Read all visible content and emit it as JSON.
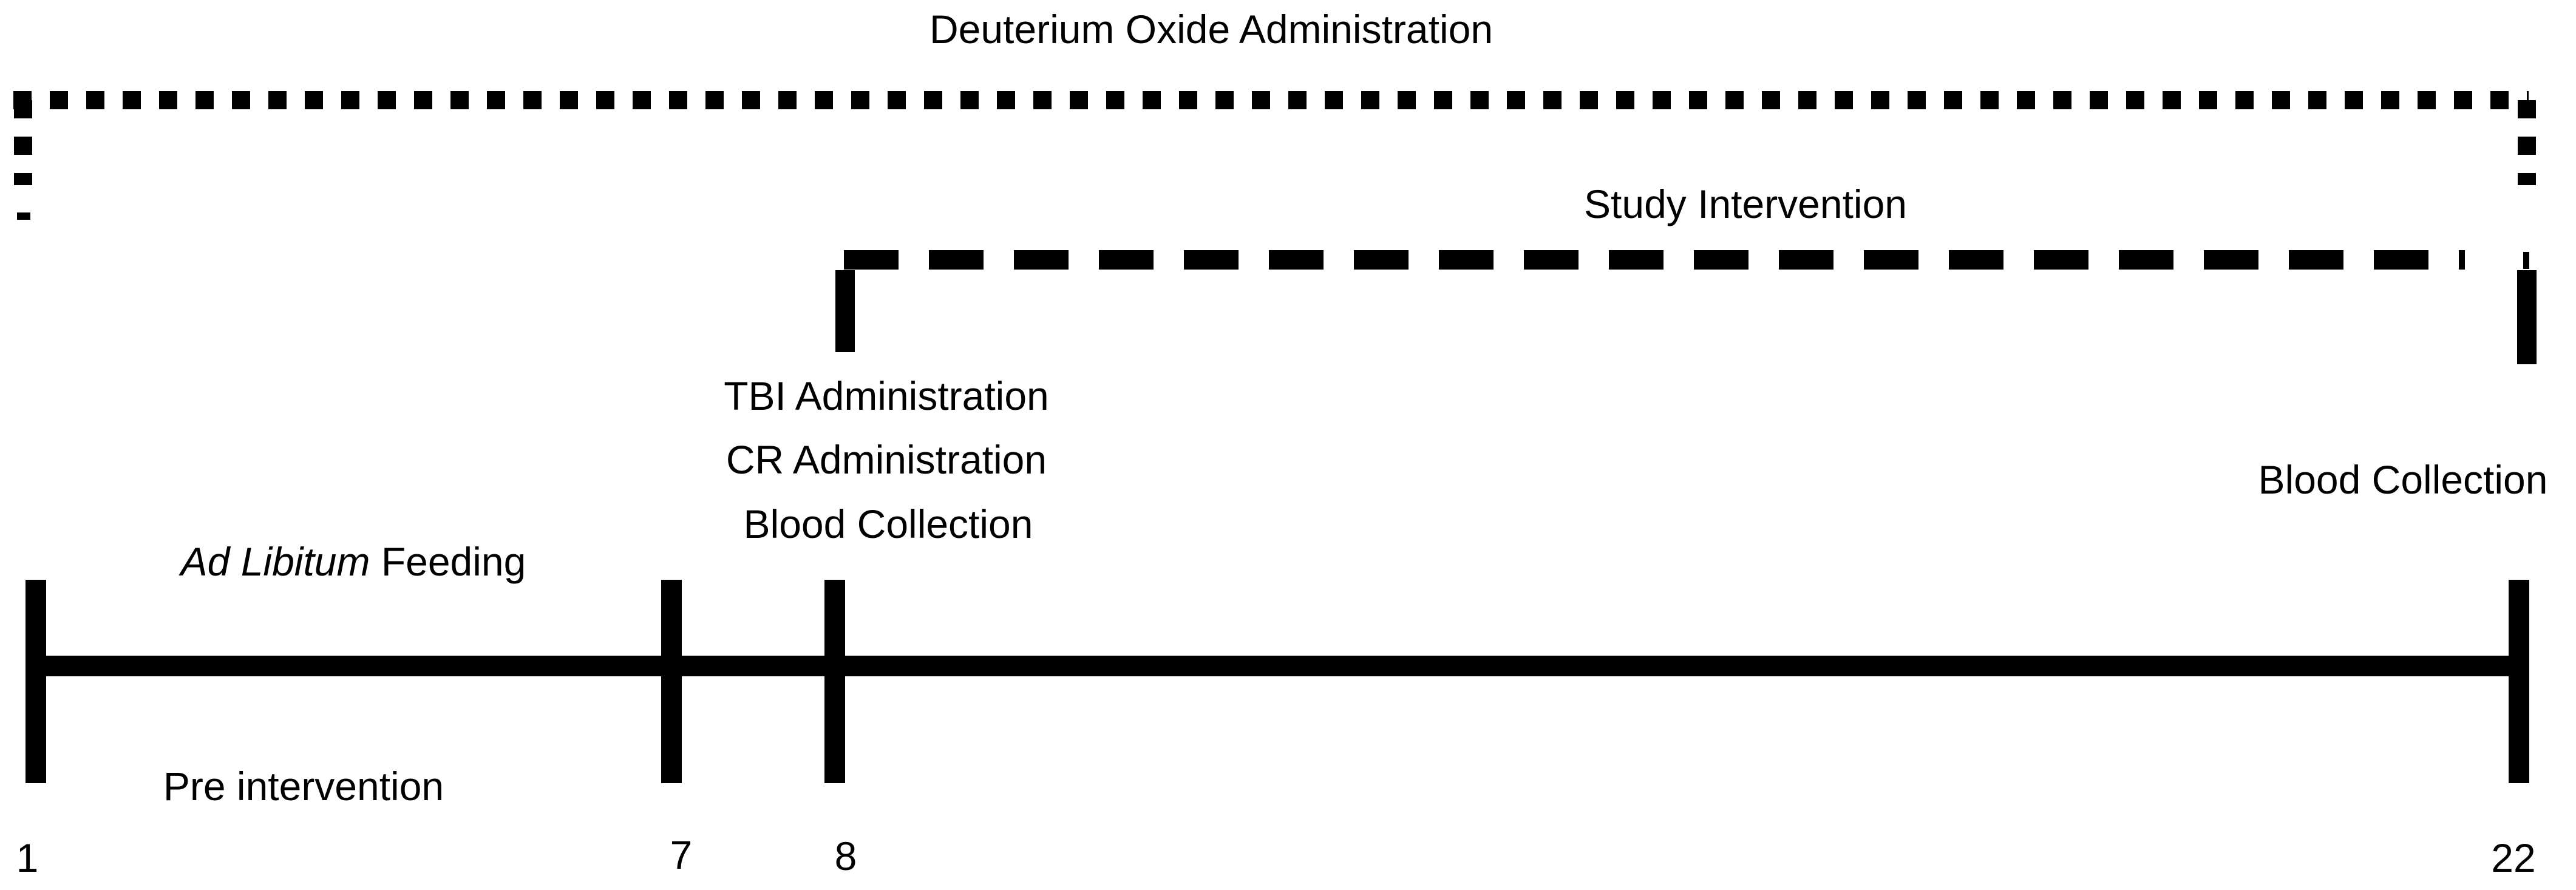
{
  "labels": {
    "deuterium": "Deuterium Oxide Administration",
    "study": "Study Intervention",
    "tbi": "TBI Administration",
    "cr": "CR Administration",
    "blood_collection_day8": "Blood Collection",
    "blood_collection_day22": "Blood Collection",
    "ad_libitum_italic": "Ad Libitum",
    "ad_libitum_rest": " Feeding",
    "pre_intervention": "Pre intervention"
  },
  "days": {
    "first": "1",
    "seventh": "7",
    "eighth": "8",
    "last": "22"
  }
}
